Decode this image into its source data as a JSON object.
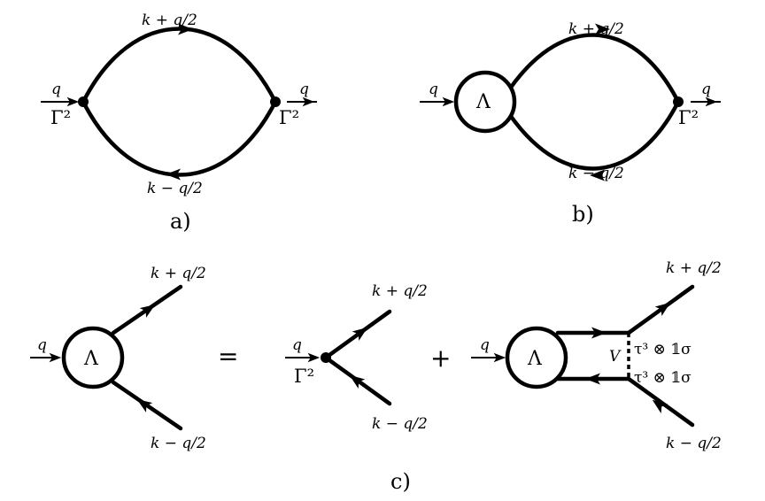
{
  "labels": {
    "momentum_in": "q",
    "momentum_upper": "k + q/2",
    "momentum_lower": "k − q/2",
    "vertex_gamma": "Γ²",
    "vertex_lambda": "Λ",
    "interaction": "V",
    "matrix_factor": "τ³ ⊗ 𝟙σ"
  },
  "operators": {
    "equals": "=",
    "plus": "+"
  },
  "panels": [
    {
      "caption": "a)"
    },
    {
      "caption": "b)"
    },
    {
      "caption": "c)"
    }
  ]
}
